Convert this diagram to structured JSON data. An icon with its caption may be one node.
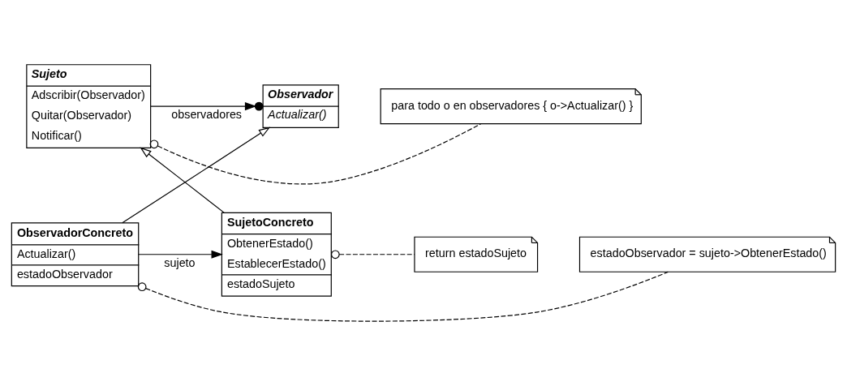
{
  "diagram": {
    "nodes": [
      {
        "text": [
          "Sujeto",
          "Adscribir(Observador)",
          "Quitar(Observador)",
          "Notificar()"
        ]
      },
      {
        "text": [
          "para todo o en observadores { o->Actualizar() }"
        ]
      },
      {
        "text": [
          "Observador",
          "Actualizar()"
        ]
      },
      {
        "text": [
          "SujetoConcreto",
          "ObtenerEstado()",
          "EstablecerEstado()",
          "estadoSujeto"
        ]
      },
      {
        "text": [
          "return estadoSujeto"
        ]
      },
      {
        "text": [
          "ObservadorConcreto",
          "Actualizar()",
          "estadoObservador"
        ]
      },
      {
        "text": [
          "estadoObservador = sujeto->ObtenerEstado()"
        ]
      }
    ],
    "edges": [
      {
        "from": 0,
        "to": 2,
        "arrow": "to",
        "label": "observadores"
      },
      {
        "from": 0,
        "to": 1,
        "arrow": "other",
        "style": "dashed"
      },
      {
        "from": 3,
        "to": 0,
        "arrow": "to"
      },
      {
        "from": 5,
        "to": 2,
        "arrow": "to"
      },
      {
        "from": 5,
        "to": 3,
        "arrow": "to",
        "label": "sujeto"
      },
      {
        "from": 5,
        "to": 6,
        "arrow": "other",
        "style": "dashed"
      },
      {
        "from": 3,
        "to": 4,
        "arrow": "other",
        "style": "dashed"
      }
    ]
  }
}
